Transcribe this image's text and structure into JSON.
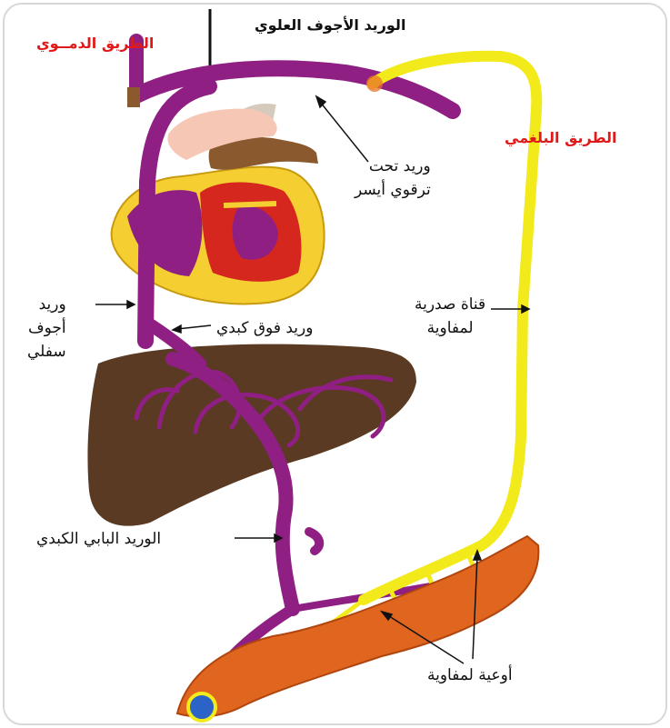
{
  "title": "الوريد الأجوف العلوي",
  "paths": {
    "blood": "الطريق الدمــوي",
    "lymph": "الطريق البلغمي"
  },
  "labels": {
    "left_subclavian": [
      "وريد تحت",
      "ترقوي أيسر"
    ],
    "thoracic_duct": [
      "قناة صدرية",
      "لمفاوية"
    ],
    "inferior_vena_cava": [
      "وريد",
      "أجوف",
      "سفلي"
    ],
    "hepatic_vein": "وريد فوق كبدي",
    "hepatic_portal_vein": "الوريد البابي الكبدي",
    "lymph_vessels": "أوعية لمفاوية"
  },
  "colors": {
    "vein": "#8f1f82",
    "lymph": "#f2ea1a",
    "liver": "#5a3a22",
    "heart_outer": "#f5cf32",
    "heart_red": "#d6271e",
    "intestine": "#e0651e",
    "accent_red": "#e01a1a"
  }
}
